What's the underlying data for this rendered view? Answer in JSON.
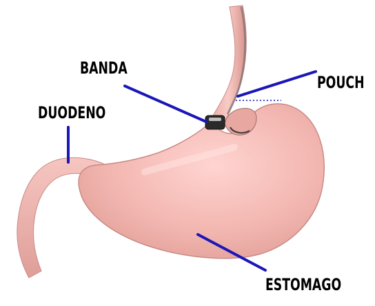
{
  "labels": {
    "banda": "BANDA",
    "duodeno": "DUODENO",
    "pouch": "POUCH",
    "estomago": "ESTOMAGO"
  },
  "colors": {
    "background": "#ffffff",
    "tissue": "#f2b4ad",
    "tissue_shadow": "#d98c87",
    "pointer": "#1a16b8",
    "band": "#2a2a2a",
    "label_text": "#000000"
  },
  "icons": {
    "band": "band-icon"
  }
}
